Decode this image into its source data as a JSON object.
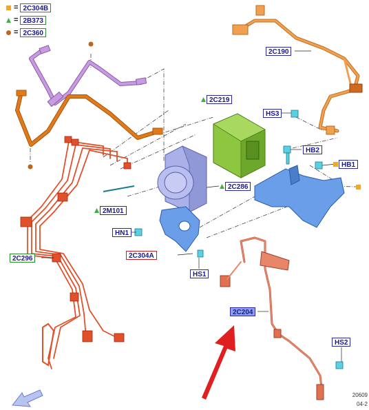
{
  "legend": [
    {
      "symbol": "square",
      "color": "#f5a623",
      "label": "2C304B"
    },
    {
      "symbol": "triangle",
      "color": "#3cb043",
      "label": "2B373"
    },
    {
      "symbol": "circle",
      "color": "#c0661a",
      "label": "2C360"
    }
  ],
  "callouts": {
    "c2C190": "2C190",
    "c2C219": "2C219",
    "cHS3": "HS3",
    "cHB2": "HB2",
    "cHB1": "HB1",
    "c2C286": "2C286",
    "c2M101": "2M101",
    "cHN1": "HN1",
    "c2C304A": "2C304A",
    "cHS1": "HS1",
    "c2C296": "2C296",
    "c2C204": "2C204",
    "cHS2": "HS2"
  },
  "reference": {
    "line1": "20609",
    "line2": "04-2"
  },
  "colors": {
    "brake_line_purple": "#c79be0",
    "brake_line_orange": "#e07b1a",
    "brake_lines_red": "#e0502a",
    "sensor_harness_orange": "#f0a050",
    "sensor_cable_salmon": "#e8866a",
    "hcu_module_green": "#8dc63f",
    "abs_unit_lavender": "#aab0e8",
    "bracket_blue": "#6a9ee8",
    "arrow_red": "#e02020"
  }
}
